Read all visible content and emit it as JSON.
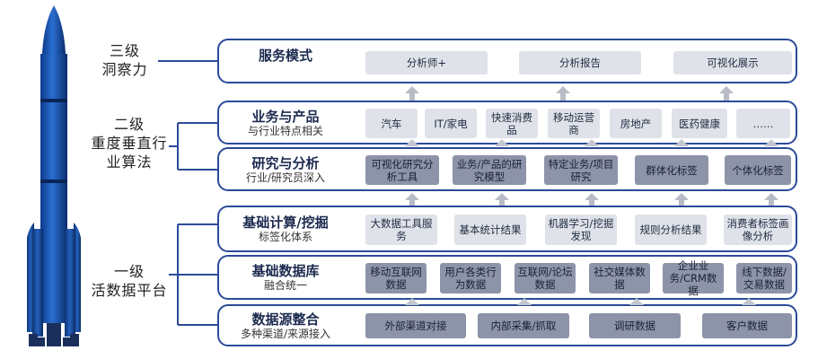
{
  "levels": {
    "level3": {
      "line1": "三级",
      "line2": "洞察力"
    },
    "level2": {
      "line1": "二级",
      "line2": "重度垂直行",
      "line3": "业算法"
    },
    "level1": {
      "line1": "一级",
      "line2": "活数据平台"
    }
  },
  "layers": {
    "service": {
      "title": "服务模式",
      "chips": [
        "分析师+",
        "分析报告",
        "可视化展示"
      ]
    },
    "business": {
      "title": "业务与产品",
      "subtitle": "与行业特点相关",
      "chips": [
        "汽车",
        "IT/家电",
        "快速消费品",
        "移动运营商",
        "房地产",
        "医药健康",
        "……"
      ]
    },
    "research": {
      "title": "研究与分析",
      "subtitle": "行业/研究员深入",
      "chips": [
        "可视化研究分析工具",
        "业务/产品的研究模型",
        "特定业务/项目研究",
        "群体化标签",
        "个体化标签"
      ]
    },
    "compute": {
      "title": "基础计算/挖掘",
      "subtitle": "标签化体系",
      "chips": [
        "大数据工具服务",
        "基本统计结果",
        "机器学习/挖掘发现",
        "规则分析结果",
        "消费者标签画像分析"
      ]
    },
    "database": {
      "title": "基础数据库",
      "subtitle": "融合统一",
      "chips": [
        "移动互联网数据",
        "用户各类行为数据",
        "互联网/论坛数据",
        "社交媒体数据",
        "企业业务/CRM数据",
        "线下数据/交易数据"
      ]
    },
    "source": {
      "title": "数据源整合",
      "subtitle": "多种渠道/来源接入",
      "chips": [
        "外部渠道对接",
        "内部采集/抓取",
        "调研数据",
        "客户数据"
      ]
    }
  }
}
